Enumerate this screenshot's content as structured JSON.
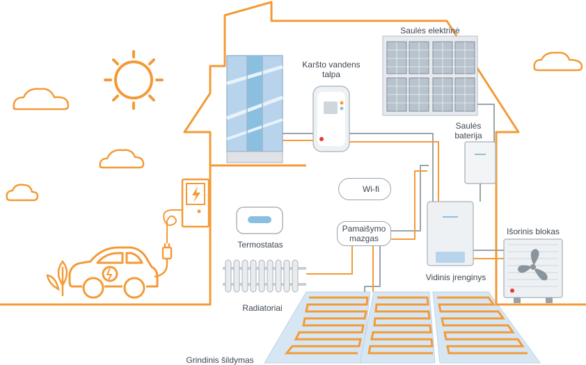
{
  "labels": {
    "solar_plant": "Saulės elektrinė",
    "hot_water_tank_line1": "Karšto vandens",
    "hot_water_tank_line2": "talpa",
    "solar_battery_line1": "Saulės",
    "solar_battery_line2": "baterija",
    "wifi": "Wi-fi",
    "mixing_node_line1": "Pamaišymo",
    "mixing_node_line2": "mazgas",
    "thermostat": "Termostatas",
    "radiators": "Radiatoriai",
    "indoor_unit": "Vidinis įrenginys",
    "outdoor_unit": "Išorinis blokas",
    "floor_heating": "Grindinis šildymas"
  },
  "colors": {
    "orange": "#f39a36",
    "gray_line": "#9aa3ab",
    "light_blue": "#b8d4ec",
    "tile_blue": "#d7e6f3",
    "panel_gray": "#e6eaee",
    "red": "#e53935"
  },
  "icons": [
    "sun-icon",
    "cloud-icon",
    "wifi-icon",
    "electric-car-icon",
    "fan-icon",
    "lightning-icon",
    "leaf-icon",
    "plug-icon"
  ]
}
